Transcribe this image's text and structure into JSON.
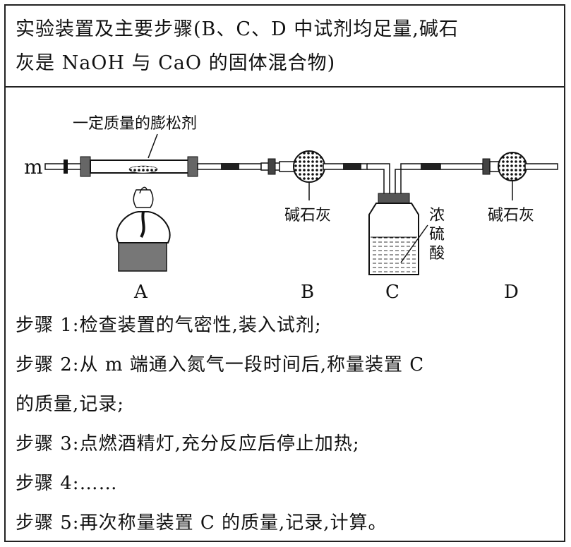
{
  "header": {
    "line1": "实验装置及主要步骤(B、C、D 中试剂均足量,碱石",
    "line2": "灰是 NaOH 与 CaO 的固体混合物)"
  },
  "apparatus": {
    "sample_label": "一定质量的膨松剂",
    "inlet_label": "m",
    "reagent_B": "碱石灰",
    "reagent_C": "浓硫酸",
    "reagent_D": "碱石灰",
    "letters": [
      "A",
      "B",
      "C",
      "D"
    ]
  },
  "steps": [
    "步骤 1:检查装置的气密性,装入试剂;",
    "步骤 2:从 m 端通入氮气一段时间后,称量装置 C",
    "的质量,记录;",
    "步骤 3:点燃酒精灯,充分反应后停止加热;",
    "步骤 4:……",
    "步骤 5:再次称量装置 C 的质量,记录,计算。"
  ]
}
